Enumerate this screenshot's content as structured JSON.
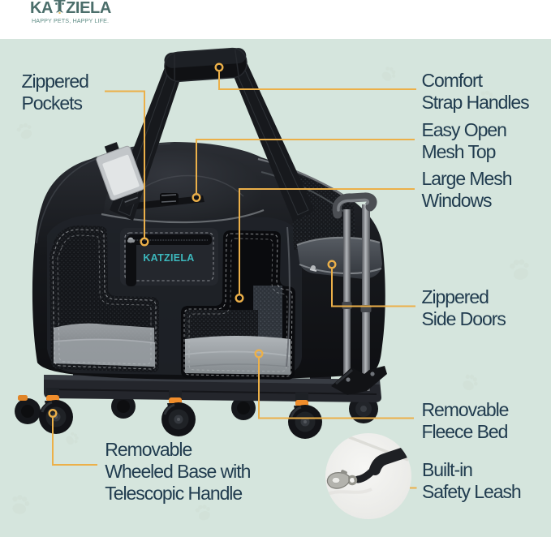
{
  "brand": {
    "name": "KATZIELA",
    "name_prefix": "KA",
    "name_suffix": "ZIELA",
    "tagline": "HAPPY PETS, HAPPY LIFE.",
    "logo_color": "#4b6e6b",
    "tagline_color": "#5f8d86"
  },
  "product": {
    "brand_mark": "KATZIELA",
    "brand_mark_color": "#3cb8bd"
  },
  "callouts": [
    {
      "id": "zippered-pockets",
      "side": "left",
      "lines": [
        "Zippered",
        "Pockets"
      ]
    },
    {
      "id": "comfort-strap-handles",
      "side": "right",
      "lines": [
        "Comfort",
        "Strap Handles"
      ]
    },
    {
      "id": "easy-open-mesh-top",
      "side": "right",
      "lines": [
        "Easy Open",
        "Mesh Top"
      ]
    },
    {
      "id": "large-mesh-windows",
      "side": "right",
      "lines": [
        "Large Mesh",
        "Windows"
      ]
    },
    {
      "id": "zippered-side-doors",
      "side": "right",
      "lines": [
        "Zippered",
        "Side Doors"
      ]
    },
    {
      "id": "removable-fleece-bed",
      "side": "right",
      "lines": [
        "Removable",
        "Fleece Bed"
      ]
    },
    {
      "id": "built-in-safety-leash",
      "side": "right",
      "lines": [
        "Built-in",
        "Safety Leash"
      ]
    },
    {
      "id": "removable-wheeled-base",
      "side": "bottom-left",
      "lines": [
        "Removable",
        "Wheeled Base with",
        "Telescopic Handle"
      ]
    }
  ],
  "colors": {
    "background": "#d5e5dd",
    "header_background": "#ffffff",
    "label_text": "#1e3c4f",
    "callout_line": "#ecb049",
    "wheel_accent": "#f08d2b"
  }
}
